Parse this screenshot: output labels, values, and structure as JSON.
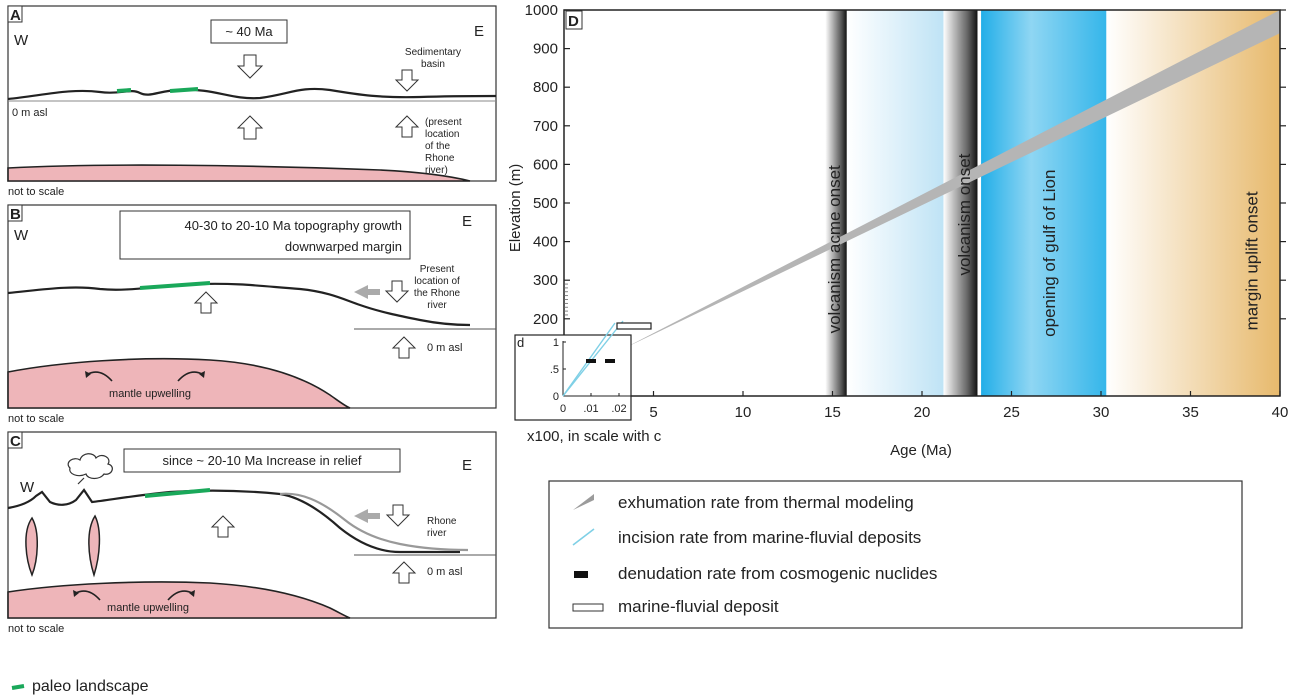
{
  "panels": {
    "a": {
      "letter": "A",
      "box_label": "~ 40 Ma",
      "west": "W",
      "east": "E",
      "sea_level": "0 m asl",
      "basin_line1": "Sedimentary",
      "basin_line2": "basin",
      "rhone_lines": [
        "(present",
        "location",
        "of the",
        "Rhone",
        "river)"
      ],
      "scale_note": "not to scale"
    },
    "b": {
      "letter": "B",
      "box_line1": "40-30 to 20-10 Ma topography growth",
      "box_line2": "downwarped margin",
      "west": "W",
      "east": "E",
      "rhone_lines": [
        "Present",
        "location of",
        "the Rhone",
        "river"
      ],
      "sea_level": "0 m asl",
      "mantle": "mantle upwelling",
      "scale_note": "not to scale"
    },
    "c": {
      "letter": "C",
      "box_label": "since ~ 20-10 Ma Increase in relief",
      "west": "W",
      "east": "E",
      "rhone_lines": [
        "Rhone",
        "river"
      ],
      "sea_level": "0 m asl",
      "mantle": "mantle upwelling",
      "scale_note": "not to scale"
    }
  },
  "left_legend": {
    "paleo": "paleo landscape"
  },
  "chart_data": {
    "type": "area",
    "letter": "D",
    "xlabel": "Age (Ma)",
    "ylabel": "Elevation (m)",
    "xlim": [
      0,
      40
    ],
    "ylim": [
      0,
      1000
    ],
    "x_ticks": [
      5,
      10,
      15,
      20,
      25,
      30,
      35,
      40
    ],
    "y_ticks": [
      200,
      300,
      400,
      500,
      600,
      700,
      800,
      900,
      1000
    ],
    "vertical_bands": [
      {
        "label": "volcanism acme onset",
        "from": 14.6,
        "to": 21.2,
        "style": "dark-line-then-light-blue",
        "edge": 15.8
      },
      {
        "label": "volcanism onset",
        "from": 21.2,
        "to": 30.3,
        "style": "dark-line-then-blue",
        "edge": 23.1
      },
      {
        "label": "opening of gulf of Lion",
        "from": 23.3,
        "to": 30.3,
        "style": "blue"
      },
      {
        "label": "margin uplift onset",
        "from": 30.3,
        "to": 40,
        "style": "tan"
      }
    ],
    "exhumation_wedge": {
      "origin": [
        3.2,
        120
      ],
      "upper_end": [
        40,
        1000
      ],
      "lower_end": [
        40,
        940
      ]
    },
    "inset": {
      "label": "d",
      "caption": "x100, in scale with c",
      "x_ticks": [
        "0",
        ".01",
        ".02"
      ],
      "y_ticks": [
        "0",
        ".5",
        "1"
      ]
    },
    "legend": [
      {
        "label": "exhumation rate from thermal modeling",
        "symbol": "gray-wedge"
      },
      {
        "label": "incision rate from marine-fluvial deposits",
        "symbol": "cyan-line"
      },
      {
        "label": "denudation rate from cosmogenic nuclides",
        "symbol": "black-bar"
      },
      {
        "label": "marine-fluvial deposit",
        "symbol": "open-rect"
      }
    ]
  },
  "colors": {
    "mantle": "#eeb5b9",
    "paleo": "#1aa85a",
    "wedge": "#b5b5b5",
    "blue": "#3fb7e6",
    "light_blue": "#cfeaf7",
    "tan": "#e9c27e"
  }
}
